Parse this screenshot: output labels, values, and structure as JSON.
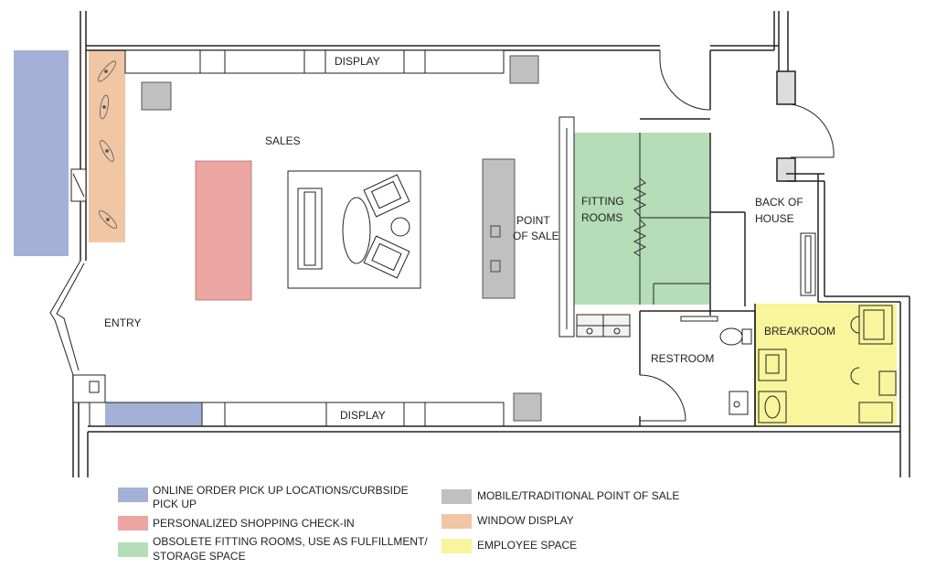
{
  "rooms": {
    "sales": "SALES",
    "display_top": "DISPLAY",
    "display_bottom": "DISPLAY",
    "entry": "ENTRY",
    "pos_line1": "POINT",
    "pos_line2": "OF SALE",
    "fitting_line1": "FITTING",
    "fitting_line2": "ROOMS",
    "boh_line1": "BACK OF",
    "boh_line2": "HOUSE",
    "restroom": "RESTROOM",
    "breakroom": "BREAKROOM"
  },
  "legend": [
    {
      "color": "#a3b1d6",
      "line1": "ONLINE ORDER PICK UP LOCATIONS/CURBSIDE",
      "line2": "PICK UP"
    },
    {
      "color": "#eba6a1",
      "line1": "PERSONALIZED SHOPPING CHECK-IN",
      "line2": ""
    },
    {
      "color": "#b5ddb7",
      "line1": "OBSOLETE FITTING ROOMS, USE AS FULFILLMENT/",
      "line2": "STORAGE SPACE"
    },
    {
      "color": "#c0c0c0",
      "line1": "MOBILE/TRADITIONAL POINT OF SALE",
      "line2": ""
    },
    {
      "color": "#f1c6a4",
      "line1": "WINDOW DISPLAY",
      "line2": ""
    },
    {
      "color": "#f8f59c",
      "line1": "EMPLOYEE SPACE",
      "line2": ""
    }
  ],
  "colors": {
    "pickup": "#a3b1d6",
    "checkin": "#eba6a1",
    "fitting": "#b5ddb7",
    "pos": "#c0c0c0",
    "window": "#f1c6a4",
    "employee": "#f8f59c",
    "wall": "#222222"
  }
}
